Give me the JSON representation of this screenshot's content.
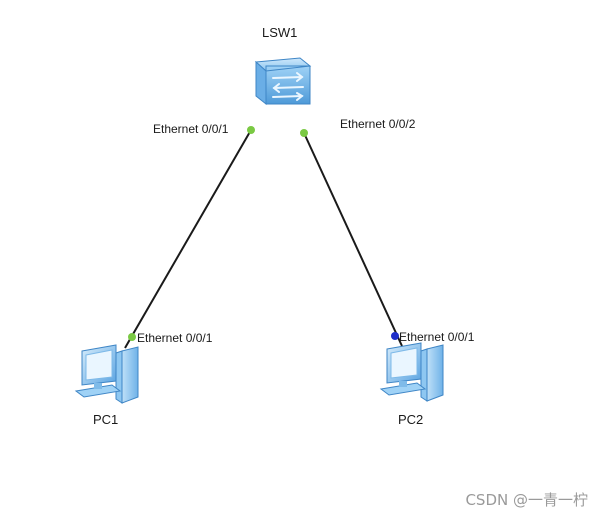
{
  "devices": {
    "switch": {
      "name": "LSW1",
      "icon": "switch-icon"
    },
    "pc1": {
      "name": "PC1",
      "icon": "pc-icon"
    },
    "pc2": {
      "name": "PC2",
      "icon": "pc-icon"
    }
  },
  "links": [
    {
      "from": "LSW1",
      "to": "PC1",
      "from_port": "Ethernet 0/0/1",
      "to_port": "Ethernet 0/0/1",
      "from_port_status_color": "#7ac943",
      "to_port_status_color": "#7ac943"
    },
    {
      "from": "LSW1",
      "to": "PC2",
      "from_port": "Ethernet 0/0/2",
      "to_port": "Ethernet 0/0/1",
      "from_port_status_color": "#7ac943",
      "to_port_status_color": "#1f2fc9"
    }
  ],
  "watermark": "CSDN @一青一柠",
  "colors": {
    "link": "#1a1a1a",
    "device_blue": "#5ea8e6",
    "port_up": "#7ac943",
    "port_pc2": "#1f2fc9"
  }
}
